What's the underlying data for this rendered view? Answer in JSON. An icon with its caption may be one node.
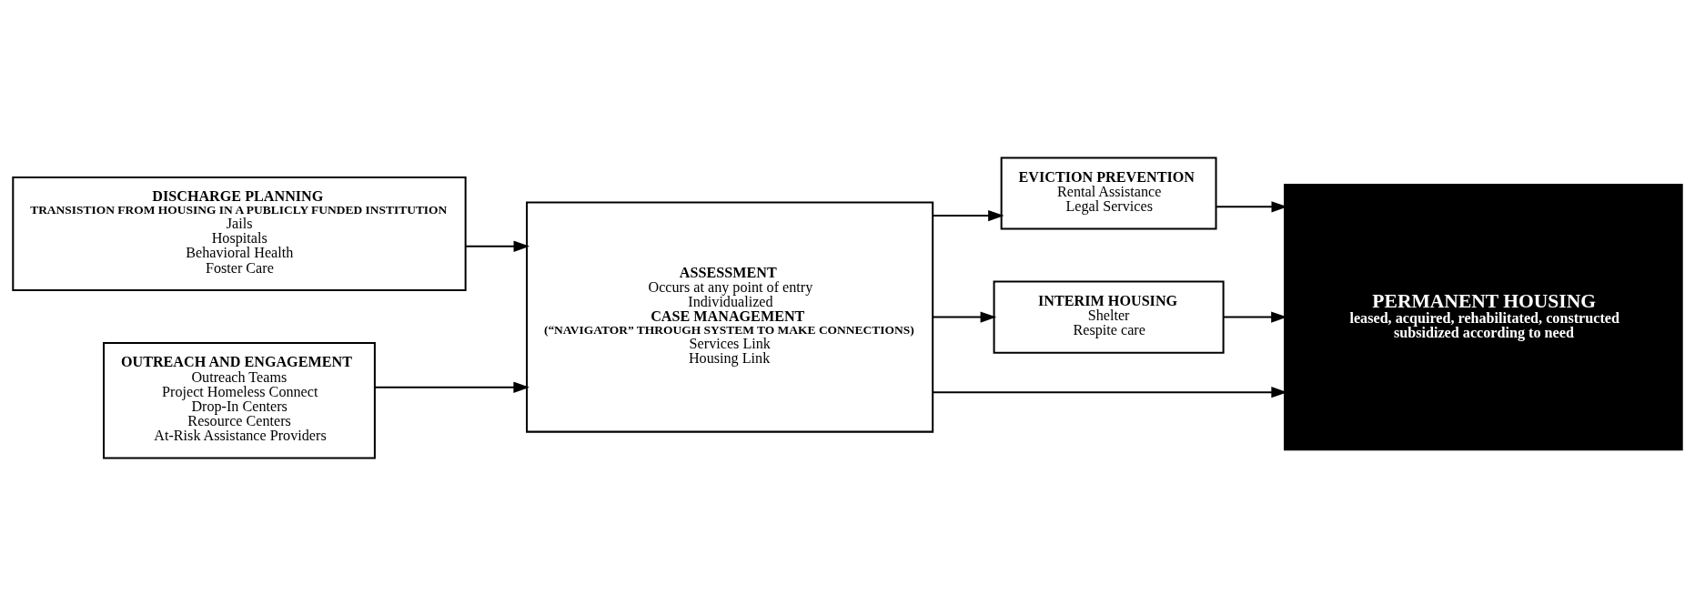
{
  "diagram": {
    "nodes": [
      {
        "text": [
          "DISCHARGE PLANNING",
          "TRANSISTION FROM HOUSING IN A PUBLICLY FUNDED INSTITUTION",
          "Jails",
          "Hospitals",
          "Behavioral Health",
          "Foster Care"
        ]
      },
      {
        "text": [
          "OUTREACH AND ENGAGEMENT",
          "Outreach Teams",
          "Project Homeless Connect",
          "Drop-In Centers",
          "Resource Centers",
          "At-Risk Assistance Providers"
        ]
      },
      {
        "text": [
          "ASSESSMENT",
          "Occurs at any point of entry",
          "Individualized",
          "CASE MANAGEMENT",
          "(“NAVIGATOR” THROUGH SYSTEM TO MAKE CONNECTIONS)",
          "Services Link",
          "Housing Link"
        ]
      },
      {
        "text": [
          "EVICTION PREVENTION",
          "Rental Assistance",
          "Legal Services"
        ]
      },
      {
        "text": [
          "INTERIM HOUSING",
          "Shelter",
          "Respite care"
        ]
      },
      {
        "text": [
          "PERMANENT HOUSING",
          "leased, acquired, rehabilitated, constructed",
          "subsidized according to need"
        ]
      }
    ],
    "edges": [
      {
        "from": 0,
        "to": 2,
        "arrow": "to"
      },
      {
        "from": 1,
        "to": 2,
        "arrow": "to"
      },
      {
        "from": 2,
        "to": 3,
        "arrow": "to"
      },
      {
        "from": 2,
        "to": 5,
        "arrow": "to"
      },
      {
        "from": 2,
        "to": 4,
        "arrow": "to"
      },
      {
        "from": 3,
        "to": 5,
        "arrow": "to"
      },
      {
        "from": 4,
        "to": 5,
        "arrow": "to"
      }
    ]
  }
}
